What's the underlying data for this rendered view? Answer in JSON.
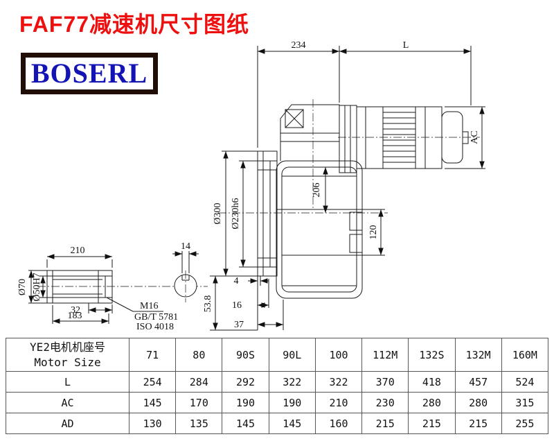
{
  "page": {
    "title": "FAF77减速机尺寸图纸",
    "logo_text": "BOSERL",
    "title_color": "#ee0f0f",
    "logo_color": "#1414b4",
    "line_color": "#1a1a1a"
  },
  "drawing": {
    "dims": {
      "top_width": "234",
      "motor_length": "L",
      "motor_height": "AC",
      "center_height": "206",
      "output_offset": "120",
      "flange_od": "Ø300",
      "flange_spigot": "Ø230h6",
      "dim_4": "4",
      "dim_16": "16",
      "dim_37": "37",
      "dim_53_8": "53.8",
      "shaft_length": "210",
      "keyway_width": "14",
      "dim_32": "32",
      "dim_183": "183",
      "shaft_od": "Ø70",
      "bore": "Ø50H7",
      "thread": "M16",
      "std_gb": "GB/T 5781",
      "std_iso": "ISO 4018"
    }
  },
  "table": {
    "header_cn": "YE2电机机座号",
    "header_en": "Motor Size",
    "columns": [
      "71",
      "80",
      "90S",
      "90L",
      "100",
      "112M",
      "132S",
      "132M",
      "160M"
    ],
    "rows": [
      {
        "label": "L",
        "values": [
          "254",
          "284",
          "292",
          "322",
          "322",
          "370",
          "418",
          "457",
          "524"
        ]
      },
      {
        "label": "AC",
        "values": [
          "145",
          "170",
          "190",
          "190",
          "210",
          "230",
          "280",
          "280",
          "315"
        ]
      },
      {
        "label": "AD",
        "values": [
          "130",
          "135",
          "145",
          "145",
          "160",
          "215",
          "215",
          "215",
          "255"
        ]
      }
    ]
  }
}
